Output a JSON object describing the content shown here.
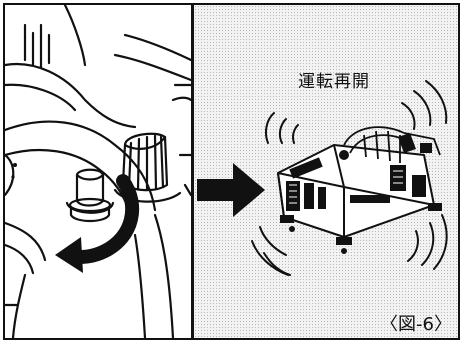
{
  "figure": {
    "caption": "運転再開",
    "label": "〈図-6〉"
  },
  "icons": {
    "left_panel": "valve-knob-closeup",
    "rotation": "counterclockwise-arrow",
    "transition": "right-arrow",
    "right_panel": "vibrating-compressor-machine"
  },
  "colors": {
    "ink": "#111111",
    "halftone": "#b9b9b9",
    "paper": "#ffffff"
  }
}
